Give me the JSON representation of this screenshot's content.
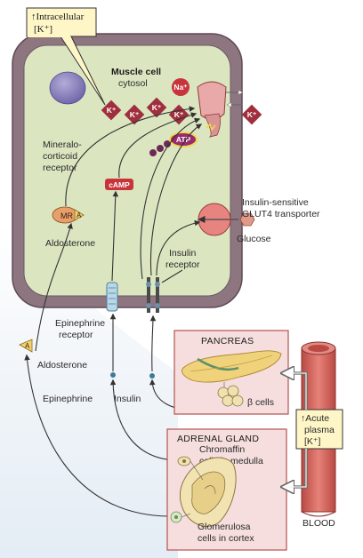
{
  "callout": {
    "line1": "↑Intracellular",
    "line2": "[K⁺]"
  },
  "cell": {
    "title": "Muscle cell",
    "subtitle": "cytosol"
  },
  "ions": {
    "k": "K⁺",
    "na": "Na⁺",
    "atp": "ATP",
    "camp": "cAMP",
    "mr": "MR",
    "a": "A"
  },
  "labels": {
    "mineralo1": "Mineralo-",
    "mineralo2": "corticoid",
    "mineralo3": "receptor",
    "aldosterone_in": "Aldosterone",
    "glut1": "Insulin-sensitive",
    "glut2": "GLUT4 transporter",
    "glucose": "Glucose",
    "insulin_rec1": "Insulin",
    "insulin_rec2": "receptor",
    "epi_rec1": "Epinephrine",
    "epi_rec2": "receptor",
    "aldosterone_out": "Aldosterone",
    "epinephrine": "Epinephrine",
    "insulin": "Insulin"
  },
  "pancreas": {
    "title": "PANCREAS",
    "beta": "β cells"
  },
  "adrenal": {
    "title1": "ADRENAL GLAND",
    "chrom1": "Chromaffin",
    "chrom2": "cells in medulla",
    "glom1": "Glomerulosa",
    "glom2": "cells in cortex"
  },
  "plasma": {
    "line1": "↑Acute",
    "line2": "plasma",
    "line3": "[K⁺]"
  },
  "blood": "BLOOD",
  "colors": {
    "membrane": "#7a6470",
    "cytosol": "#dfe8c4",
    "box_fill": "#f6dede",
    "box_stroke": "#b5534f",
    "vessel": "#d4685f",
    "k_ion": "#a02f3e",
    "na_ion": "#c8343c",
    "atp": "#9a2a6e",
    "arrow_dark": "#333333"
  }
}
